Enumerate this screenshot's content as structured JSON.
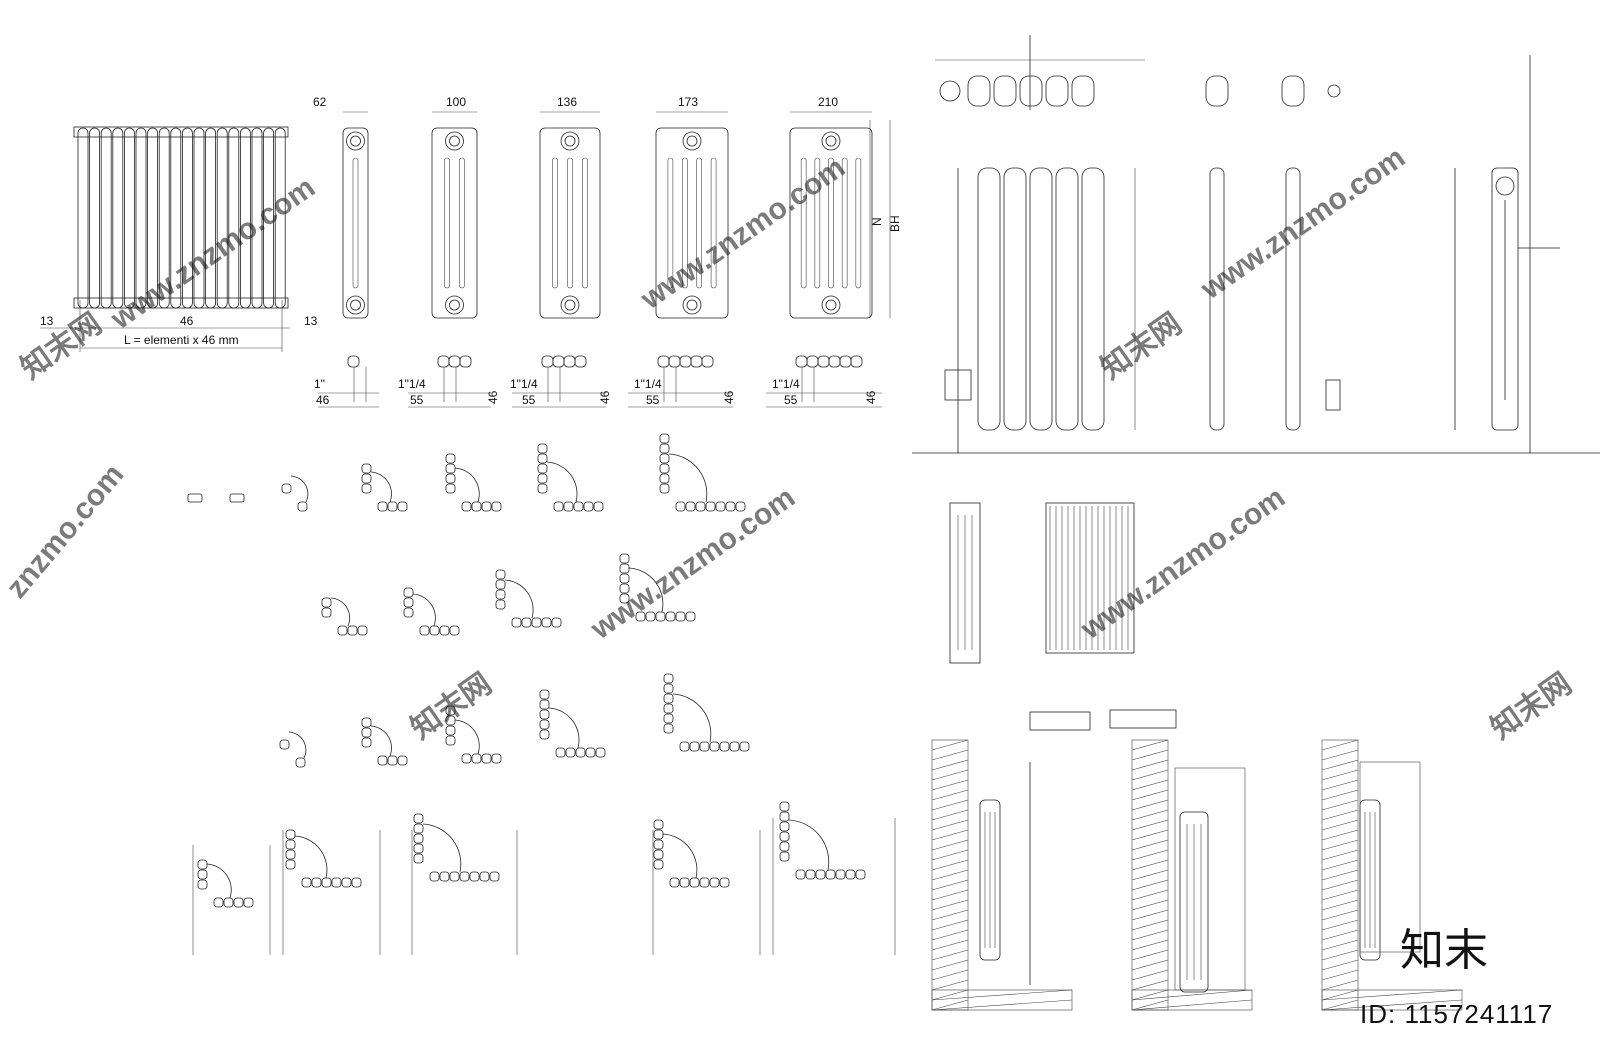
{
  "dimensions": {
    "left_margin": "13",
    "right_margin": "13",
    "element_pitch": "46",
    "length_formula": "L = elementi x 46 mm",
    "depth_1": "62",
    "depth_2": "100",
    "depth_3": "136",
    "depth_4": "173",
    "depth_5": "210",
    "label_n": "N",
    "label_bh": "BH"
  },
  "connections": [
    {
      "pipe": "1\"",
      "spacing": "46",
      "depth": ""
    },
    {
      "pipe": "1\"1/4",
      "spacing": "55",
      "depth": "46"
    },
    {
      "pipe": "1\"1/4",
      "spacing": "55",
      "depth": "46"
    },
    {
      "pipe": "1\"1/4",
      "spacing": "55",
      "depth": "46"
    },
    {
      "pipe": "1\"1/4",
      "spacing": "55",
      "depth": "46"
    }
  ],
  "watermarks": {
    "site": "www.znzmo.com",
    "brand_cn": "知末网",
    "site_short": "znzmo.com"
  },
  "brand": {
    "logo_text": "知末",
    "id_text": "ID: 1157241117"
  }
}
